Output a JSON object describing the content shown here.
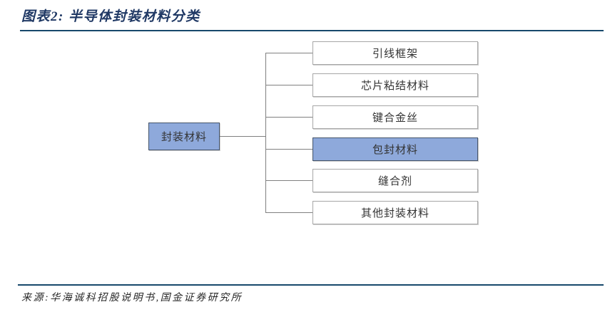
{
  "figure": {
    "title": "图表2: 半导体封装材料分类",
    "source": "来源:华海诚科招股说明书,国金证券研究所"
  },
  "tree": {
    "root": {
      "label": "封装材料",
      "highlighted": true
    },
    "children": [
      {
        "label": "引线框架",
        "highlighted": false
      },
      {
        "label": "芯片粘结材料",
        "highlighted": false
      },
      {
        "label": "键合金丝",
        "highlighted": false
      },
      {
        "label": "包封材料",
        "highlighted": true
      },
      {
        "label": "缝合剂",
        "highlighted": false
      },
      {
        "label": "其他封装材料",
        "highlighted": false
      }
    ]
  },
  "colors": {
    "accent_fill": "#8EA9DB",
    "accent_border": "#44546A",
    "box_border": "#A6A6A6",
    "rule_navy": "#17486B",
    "title_text": "#1F3864",
    "connector_gray": "#808080"
  }
}
